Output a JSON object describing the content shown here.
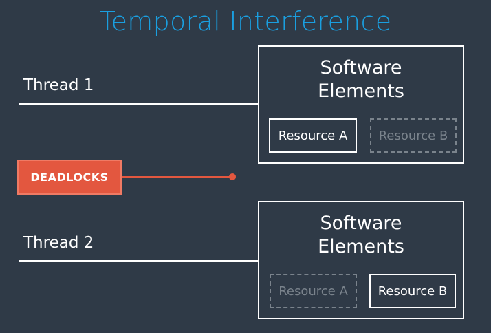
{
  "title": "Temporal Interference",
  "colors": {
    "background": "#2f3a47",
    "title": "#1a9fe0",
    "accent": "#e3573f",
    "inactive": "#7a838c"
  },
  "threads": [
    {
      "label": "Thread 1"
    },
    {
      "label": "Thread 2"
    }
  ],
  "elements": [
    {
      "title_line1": "Software",
      "title_line2": "Elements",
      "resources": [
        {
          "label": "Resource A",
          "style": "solid"
        },
        {
          "label": "Resource B",
          "style": "dashed"
        }
      ]
    },
    {
      "title_line1": "Software",
      "title_line2": "Elements",
      "resources": [
        {
          "label": "Resource A",
          "style": "dashed"
        },
        {
          "label": "Resource B",
          "style": "solid"
        }
      ]
    }
  ],
  "deadlocks": {
    "label": "DEADLOCKS"
  }
}
